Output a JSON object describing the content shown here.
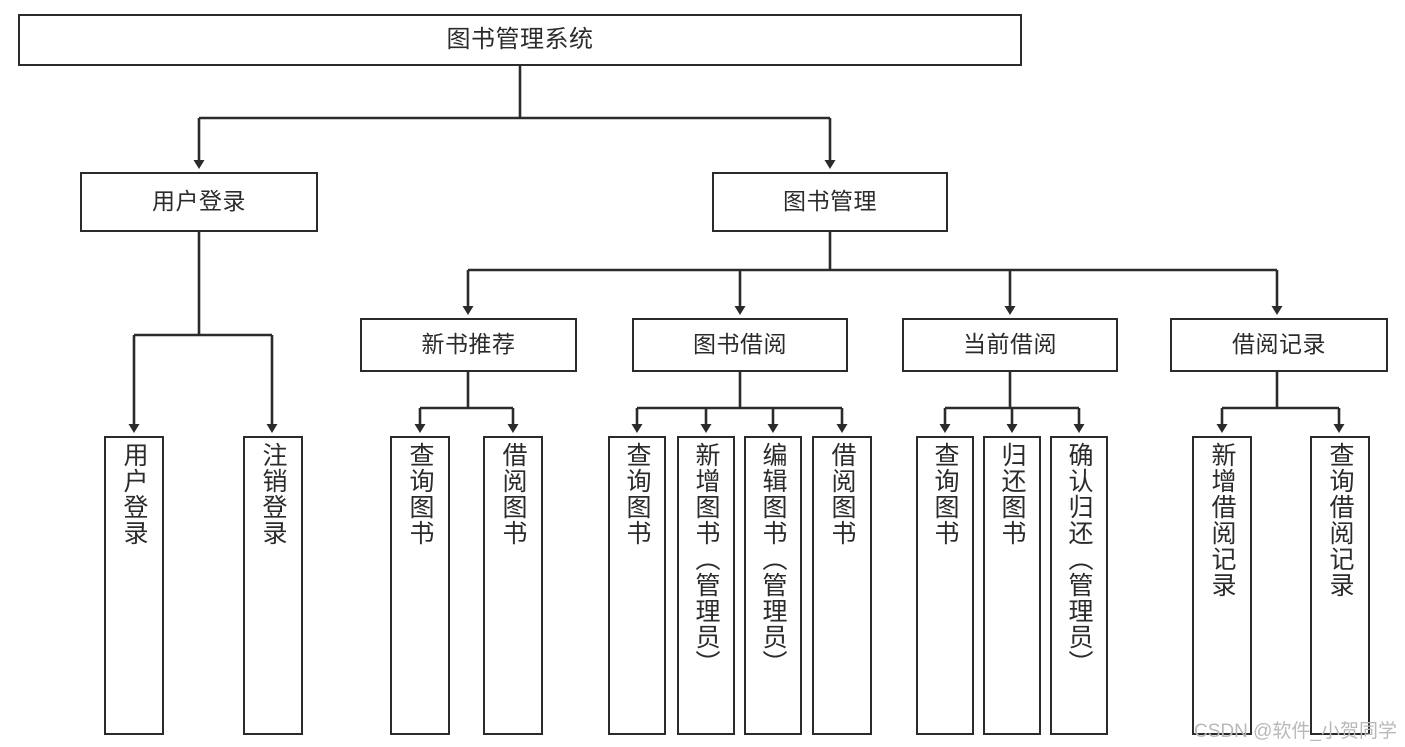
{
  "diagram": {
    "type": "tree-hierarchy-chart",
    "title": "图书管理系统",
    "line_color": "#2b2b2b",
    "box_fill": "#ffffff",
    "text_color": "#2b2b2b"
  },
  "root": {
    "label": "图书管理系统"
  },
  "level2": [
    {
      "label": "用户登录"
    },
    {
      "label": "图书管理"
    }
  ],
  "level3": [
    {
      "label": "新书推荐"
    },
    {
      "label": "图书借阅"
    },
    {
      "label": "当前借阅"
    },
    {
      "label": "借阅记录"
    }
  ],
  "leaves": {
    "user_login": [
      {
        "label": "用户登录"
      },
      {
        "label": "注销登录"
      }
    ],
    "new_book_recommend": [
      {
        "label": "查询图书"
      },
      {
        "label": "借阅图书"
      }
    ],
    "book_borrow": [
      {
        "label": "查询图书"
      },
      {
        "label": "新增图书（管理员）"
      },
      {
        "label": "编辑图书（管理员）"
      },
      {
        "label": "借阅图书"
      }
    ],
    "current_borrow": [
      {
        "label": "查询图书"
      },
      {
        "label": "归还图书"
      },
      {
        "label": "确认归还（管理员）"
      }
    ],
    "borrow_record": [
      {
        "label": "新增借阅记录"
      },
      {
        "label": "查询借阅记录"
      }
    ]
  },
  "watermark": {
    "text": "CSDN @软件_小贺同学"
  }
}
